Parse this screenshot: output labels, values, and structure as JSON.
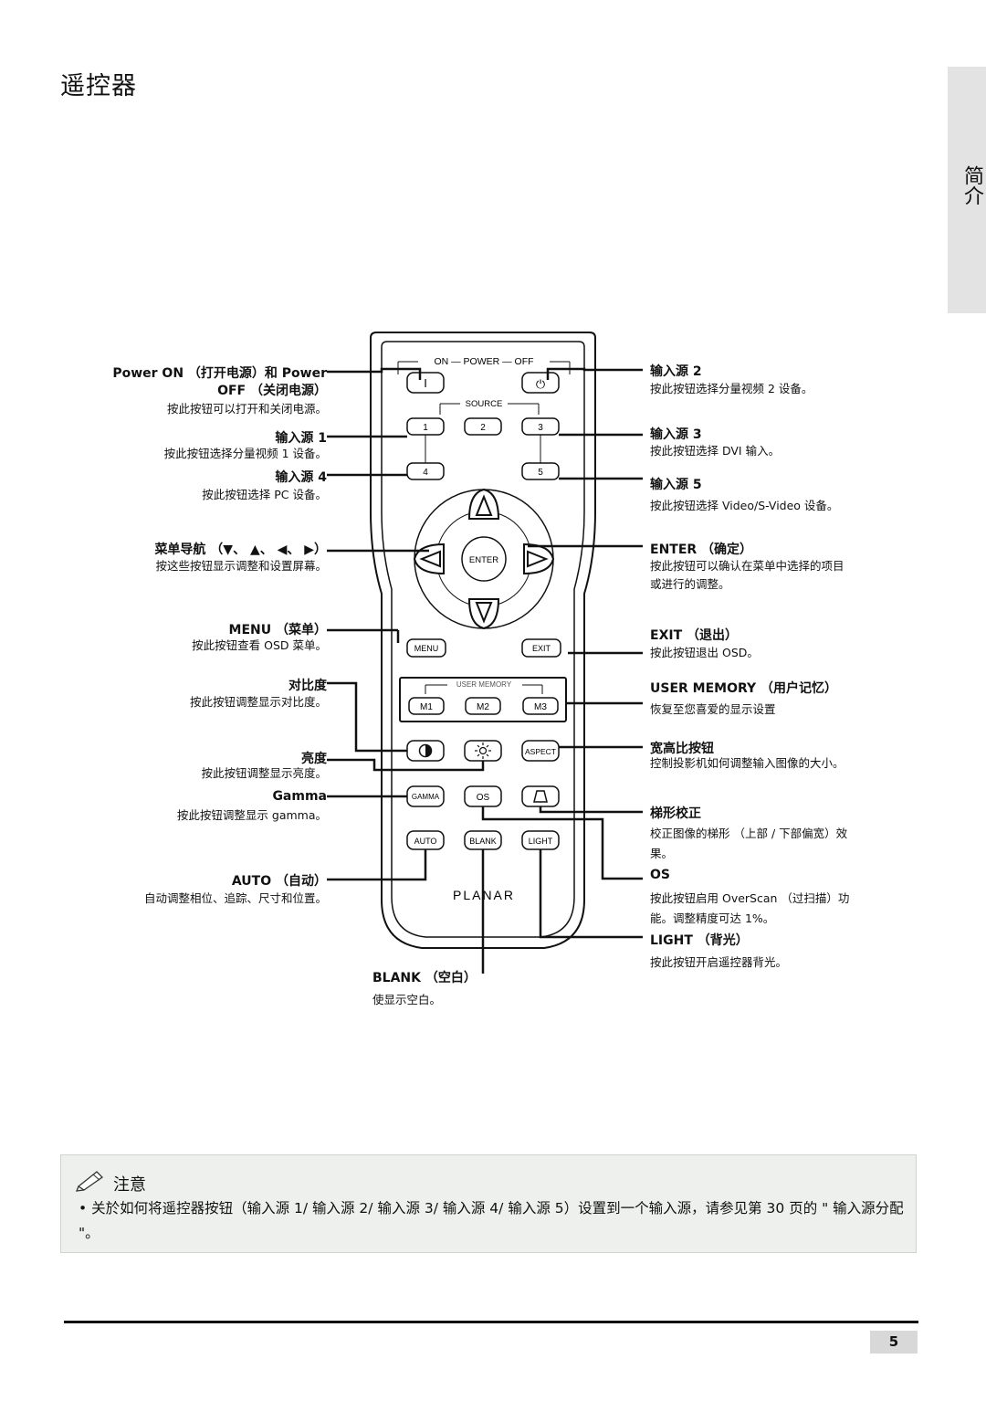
{
  "page": {
    "title": "遥控器",
    "side_tab": "简介",
    "page_number": "5"
  },
  "left_labels": [
    {
      "label": "Power ON （打开电源）和 Power",
      "label2": "OFF （关闭电源）",
      "desc": "按此按钮可以打开和关闭电源。"
    },
    {
      "label": "输入源 1",
      "desc": "按此按钮选择分量视频 1 设备。"
    },
    {
      "label": "输入源 4",
      "desc": "按此按钮选择 PC 设备。"
    },
    {
      "label": "菜单导航 （▼、 ▲、 ◀、 ▶）",
      "desc": "按这些按钮显示调整和设置屏幕。"
    },
    {
      "label": "MENU （菜单）",
      "desc": "按此按钮查看 OSD 菜单。"
    },
    {
      "label": "对比度",
      "desc": "按此按钮调整显示对比度。"
    },
    {
      "label": "亮度",
      "desc": "按此按钮调整显示亮度。"
    },
    {
      "label": "Gamma",
      "desc": "按此按钮调整显示 gamma。"
    },
    {
      "label": "AUTO （自动）",
      "desc": "自动调整相位、追踪、尺寸和位置。"
    }
  ],
  "right_labels": [
    {
      "label": "输入源 2",
      "desc": "按此按钮选择分量视频 2 设备。"
    },
    {
      "label": "输入源 3",
      "desc": "按此按钮选择 DVI 输入。"
    },
    {
      "label": "输入源 5",
      "desc": "按此按钮选择 Video/S-Video 设备。"
    },
    {
      "label": "ENTER （确定）",
      "desc": "按此按钮可以确认在菜单中选择的项目",
      "desc2": "或进行的调整。"
    },
    {
      "label": "EXIT （退出）",
      "desc": "按此按钮退出 OSD。"
    },
    {
      "label": "USER MEMORY （用户记忆）",
      "desc": "恢复至您喜爱的显示设置"
    },
    {
      "label": "宽高比按钮",
      "desc": "控制投影机如何调整输入图像的大小。"
    },
    {
      "label": "梯形校正",
      "desc": "校正图像的梯形 （上部 / 下部偏宽）效",
      "desc2": "果。"
    },
    {
      "label": "OS",
      "desc": "按此按钮启用 OverScan （过扫描）功",
      "desc2": "能。调整精度可达 1%。"
    },
    {
      "label": "LIGHT （背光）",
      "desc": "按此按钮开启遥控器背光。"
    }
  ],
  "bottom_label": {
    "label": "BLANK （空白）",
    "desc": "使显示空白。"
  },
  "remote": {
    "power_header": "ON — POWER — OFF",
    "on_symbol": "I",
    "off_symbol": "⏻",
    "source_label": "SOURCE",
    "src1": "1",
    "src2": "2",
    "src3": "3",
    "src4": "4",
    "src5": "5",
    "enter": "ENTER",
    "menu": "MENU",
    "exit": "EXIT",
    "user_memory": "USER MEMORY",
    "m1": "M1",
    "m2": "M2",
    "m3": "M3",
    "aspect": "ASPECT",
    "gamma": "GAMMA",
    "os": "OS",
    "auto": "AUTO",
    "blank": "BLANK",
    "light": "LIGHT",
    "brand": "PLANAR"
  },
  "note": {
    "title": "注意",
    "text": "• 关於如何将遥控器按钮（输入源 1/ 输入源 2/ 输入源 3/ 输入源 4/ 输入源 5）设置到一个输入源，请参见第 30 页的 \" 输入源分配 \"。"
  }
}
